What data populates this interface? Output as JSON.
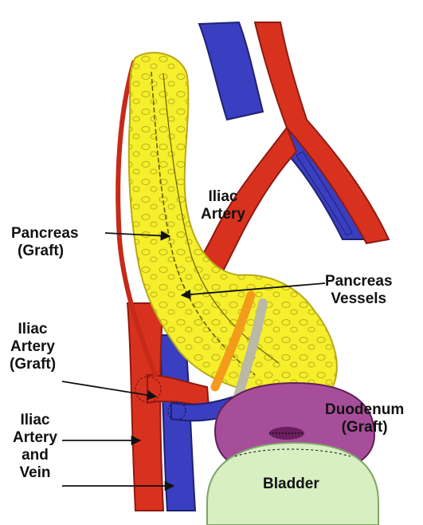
{
  "colors": {
    "artery": "#d8321f",
    "artery_dark": "#8e1a10",
    "vein": "#3a3ec0",
    "vein_dark": "#1f2270",
    "pancreas": "#f5ef2c",
    "pancreas_dark": "#b9a919",
    "duodenum": "#a64e9a",
    "bladder": "#d7efc1",
    "graft_vessel_orange": "#f39b1a",
    "graft_vessel_gray": "#b9b9a6"
  },
  "labels": {
    "iliac_artery_top": [
      "Iliac",
      "Artery"
    ],
    "pancreas_graft": [
      "Pancreas",
      "(Graft)"
    ],
    "pancreas_vessels": [
      "Pancreas",
      "Vessels"
    ],
    "iliac_artery_graft": [
      "Iliac",
      "Artery",
      "(Graft)"
    ],
    "iliac_artery_vein": [
      "Iliac",
      "Artery",
      "and",
      "Vein"
    ],
    "duodenum_graft": [
      "Duodenum",
      "(Graft)"
    ],
    "bladder": [
      "Bladder"
    ]
  }
}
